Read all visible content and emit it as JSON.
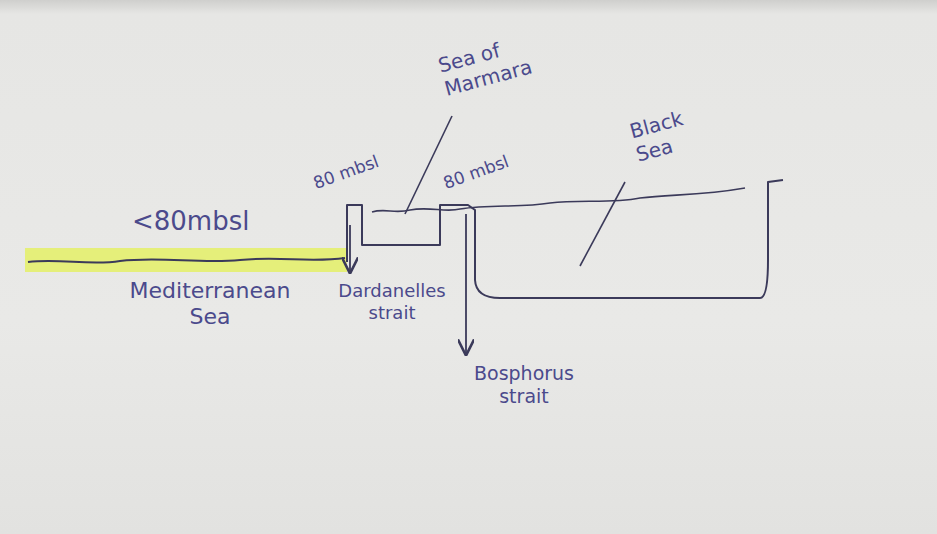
{
  "diagram": {
    "labels": [
      "Sea of Marmara",
      "80 mbsl",
      "80 mbsl",
      "Black Sea",
      "<80mbsl",
      "Mediterranean Sea",
      "Dardanelles strait",
      "Bosphorus strait"
    ]
  }
}
